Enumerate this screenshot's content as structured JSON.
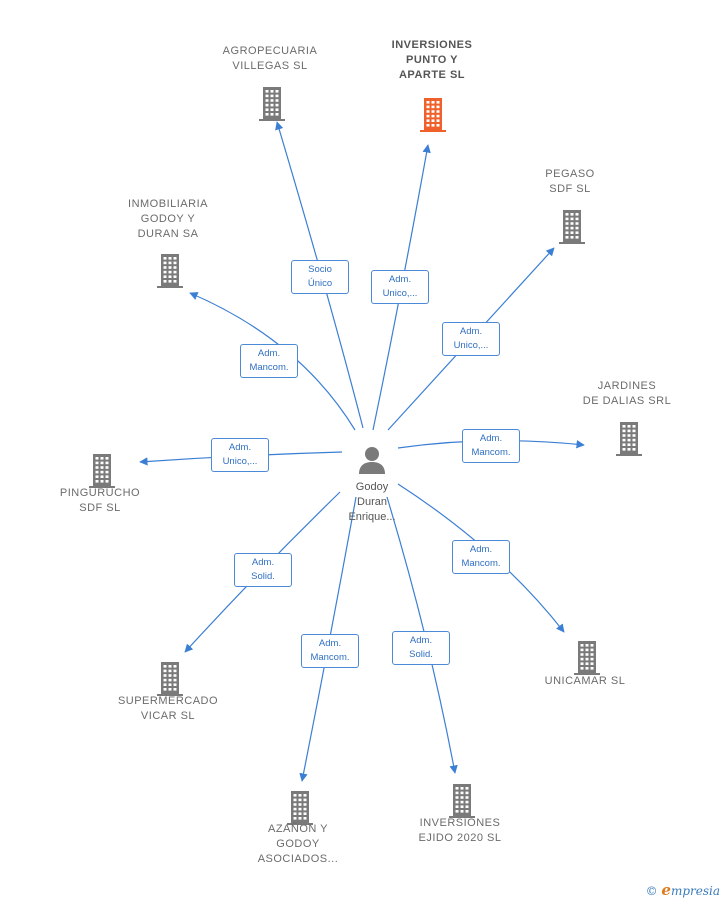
{
  "center": {
    "name_lines": [
      "Godoy",
      "Duran",
      "Enrique..."
    ],
    "icon": "person-icon"
  },
  "colors": {
    "edge": "#3b7fd4",
    "building_default": "#7a7a7a",
    "building_highlight": "#f0602a",
    "person": "#7a7a7a"
  },
  "companies": [
    {
      "id": "agropecuaria",
      "lines": [
        "AGROPECUARIA",
        "VILLEGAS  SL"
      ],
      "role": [
        "Socio",
        "Único"
      ],
      "highlight": false
    },
    {
      "id": "inversiones-punto",
      "lines": [
        "INVERSIONES",
        "PUNTO Y",
        "APARTE  SL"
      ],
      "role": [
        "Adm.",
        "Unico,..."
      ],
      "highlight": true
    },
    {
      "id": "pegaso",
      "lines": [
        "PEGASO",
        "SDF  SL"
      ],
      "role": [
        "Adm.",
        "Unico,..."
      ],
      "highlight": false
    },
    {
      "id": "inmobiliaria",
      "lines": [
        "INMOBILIARIA",
        "GODOY Y",
        "DURAN SA"
      ],
      "role": [
        "Adm.",
        "Mancom."
      ],
      "highlight": false
    },
    {
      "id": "jardines",
      "lines": [
        "JARDINES",
        "DE DALIAS SRL"
      ],
      "role": [
        "Adm.",
        "Mancom."
      ],
      "highlight": false
    },
    {
      "id": "pingurucho",
      "lines": [
        "PINGURUCHO",
        "SDF  SL"
      ],
      "role": [
        "Adm.",
        "Unico,..."
      ],
      "highlight": false
    },
    {
      "id": "unicamar",
      "lines": [
        "UNICAMAR  SL"
      ],
      "role": [
        "Adm.",
        "Mancom."
      ],
      "highlight": false
    },
    {
      "id": "supermercado",
      "lines": [
        "SUPERMERCADO",
        "VICAR  SL"
      ],
      "role": [
        "Adm.",
        "Solid."
      ],
      "highlight": false
    },
    {
      "id": "azanon",
      "lines": [
        "AZAÑON Y",
        "GODOY",
        "ASOCIADOS..."
      ],
      "role": [
        "Adm.",
        "Mancom."
      ],
      "highlight": false
    },
    {
      "id": "inversiones-ejido",
      "lines": [
        "INVERSIONES",
        "EJIDO 2020  SL"
      ],
      "role": [
        "Adm.",
        "Solid."
      ],
      "highlight": false
    }
  ],
  "footer": {
    "copyright": "©",
    "brand_initial": "e",
    "brand_rest": "mpresia"
  }
}
